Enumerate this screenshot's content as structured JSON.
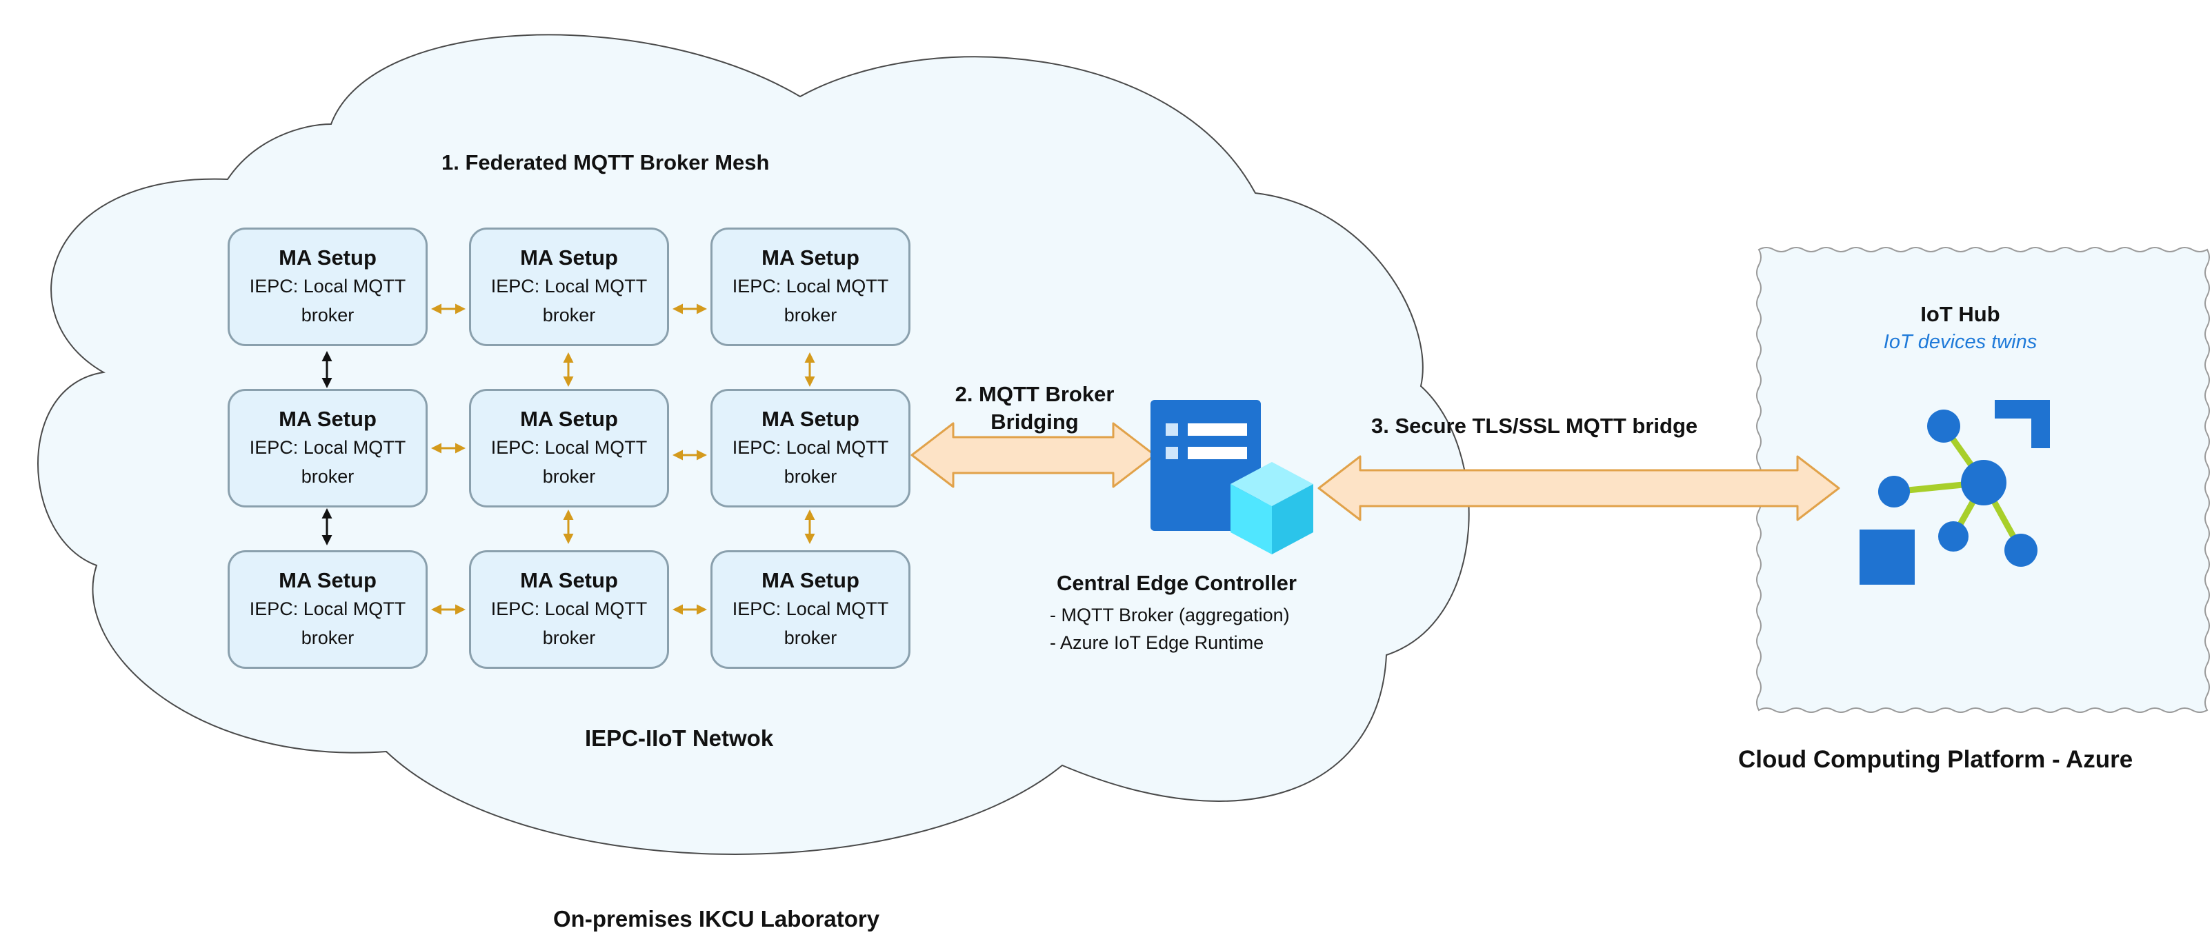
{
  "network": {
    "mesh_title": "1. Federated MQTT Broker Mesh",
    "network_label": "IEPC-IIoT Netwok",
    "footer_label": "On-premises IKCU Laboratory",
    "nodes": [
      {
        "title": "MA Setup",
        "line1": "IEPC: Local MQTT",
        "line2": "broker"
      },
      {
        "title": "MA Setup",
        "line1": "IEPC: Local MQTT",
        "line2": "broker"
      },
      {
        "title": "MA Setup",
        "line1": "IEPC: Local MQTT",
        "line2": "broker"
      },
      {
        "title": "MA Setup",
        "line1": "IEPC: Local MQTT",
        "line2": "broker"
      },
      {
        "title": "MA Setup",
        "line1": "IEPC: Local MQTT",
        "line2": "broker"
      },
      {
        "title": "MA Setup",
        "line1": "IEPC: Local MQTT",
        "line2": "broker"
      },
      {
        "title": "MA Setup",
        "line1": "IEPC: Local MQTT",
        "line2": "broker"
      },
      {
        "title": "MA Setup",
        "line1": "IEPC: Local MQTT",
        "line2": "broker"
      },
      {
        "title": "MA Setup",
        "line1": "IEPC: Local MQTT",
        "line2": "broker"
      }
    ]
  },
  "bridge": {
    "line1": "2. MQTT Broker",
    "line2": "Bridging"
  },
  "controller": {
    "title": "Central Edge Controller",
    "line1": "- MQTT Broker (aggregation)",
    "line2": "- Azure IoT Edge Runtime"
  },
  "secure_bridge": {
    "label": "3. Secure TLS/SSL MQTT bridge"
  },
  "cloud": {
    "hub_title": "IoT Hub",
    "hub_subtitle": "IoT devices twins",
    "platform_label": "Cloud Computing Platform - Azure"
  },
  "colors": {
    "node_fill": "#e2f2fc",
    "node_border": "#8aa0ad",
    "mesh_arrow": "#d49a1c",
    "bridge_fill": "#fde3c6",
    "bridge_stroke": "#e1a24a",
    "cloud_fill": "#f1f9fd",
    "azure_blue": "#1f73d1",
    "azure_cyan": "#50e6ff",
    "hub_green": "#a8cf2a",
    "subtitle_blue": "#1f7ad9"
  },
  "icons": [
    "server-edge-icon",
    "iot-hub-icon"
  ]
}
